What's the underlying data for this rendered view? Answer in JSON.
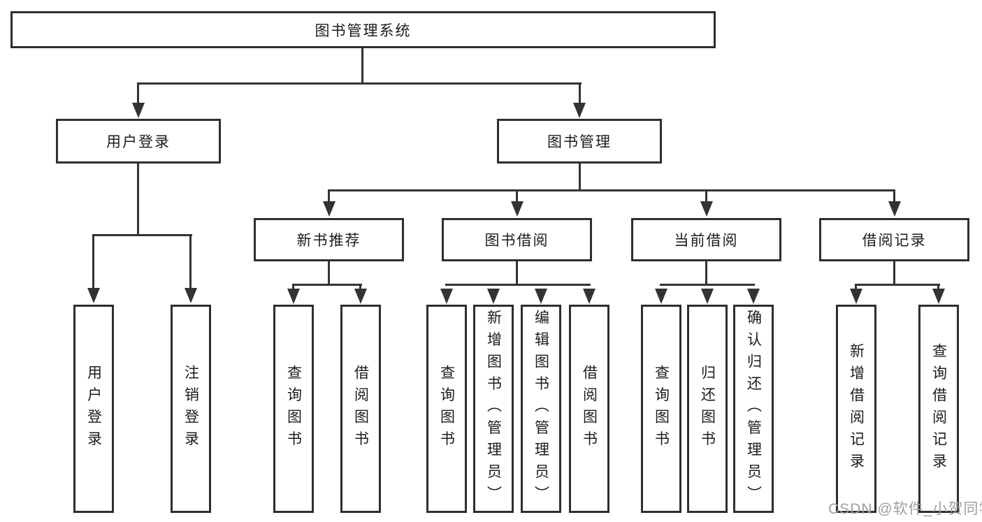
{
  "nodes": {
    "root": "图书管理系统",
    "level2": {
      "login": "用户登录",
      "manage": "图书管理"
    },
    "level3": {
      "recommend": "新书推荐",
      "borrow": "图书借阅",
      "current": "当前借阅",
      "records": "借阅记录"
    },
    "leaves": {
      "login": [
        "用户登录",
        "注销登录"
      ],
      "recommend": [
        "查询图书",
        "借阅图书"
      ],
      "borrow": [
        "查询图书",
        "新增图书（管理员）",
        "编辑图书（管理员）",
        "借阅图书"
      ],
      "current": [
        "查询图书",
        "归还图书",
        "确认归还（管理员）"
      ],
      "records": [
        "新增借阅记录",
        "查询借阅记录"
      ]
    }
  },
  "watermark": "CSDN @软件_小贺同学",
  "colors": {
    "line": "#333333",
    "box_border": "#2e2e2e",
    "text": "#1c1c1c",
    "background": "#ffffff",
    "watermark": "#a0a0a0"
  }
}
